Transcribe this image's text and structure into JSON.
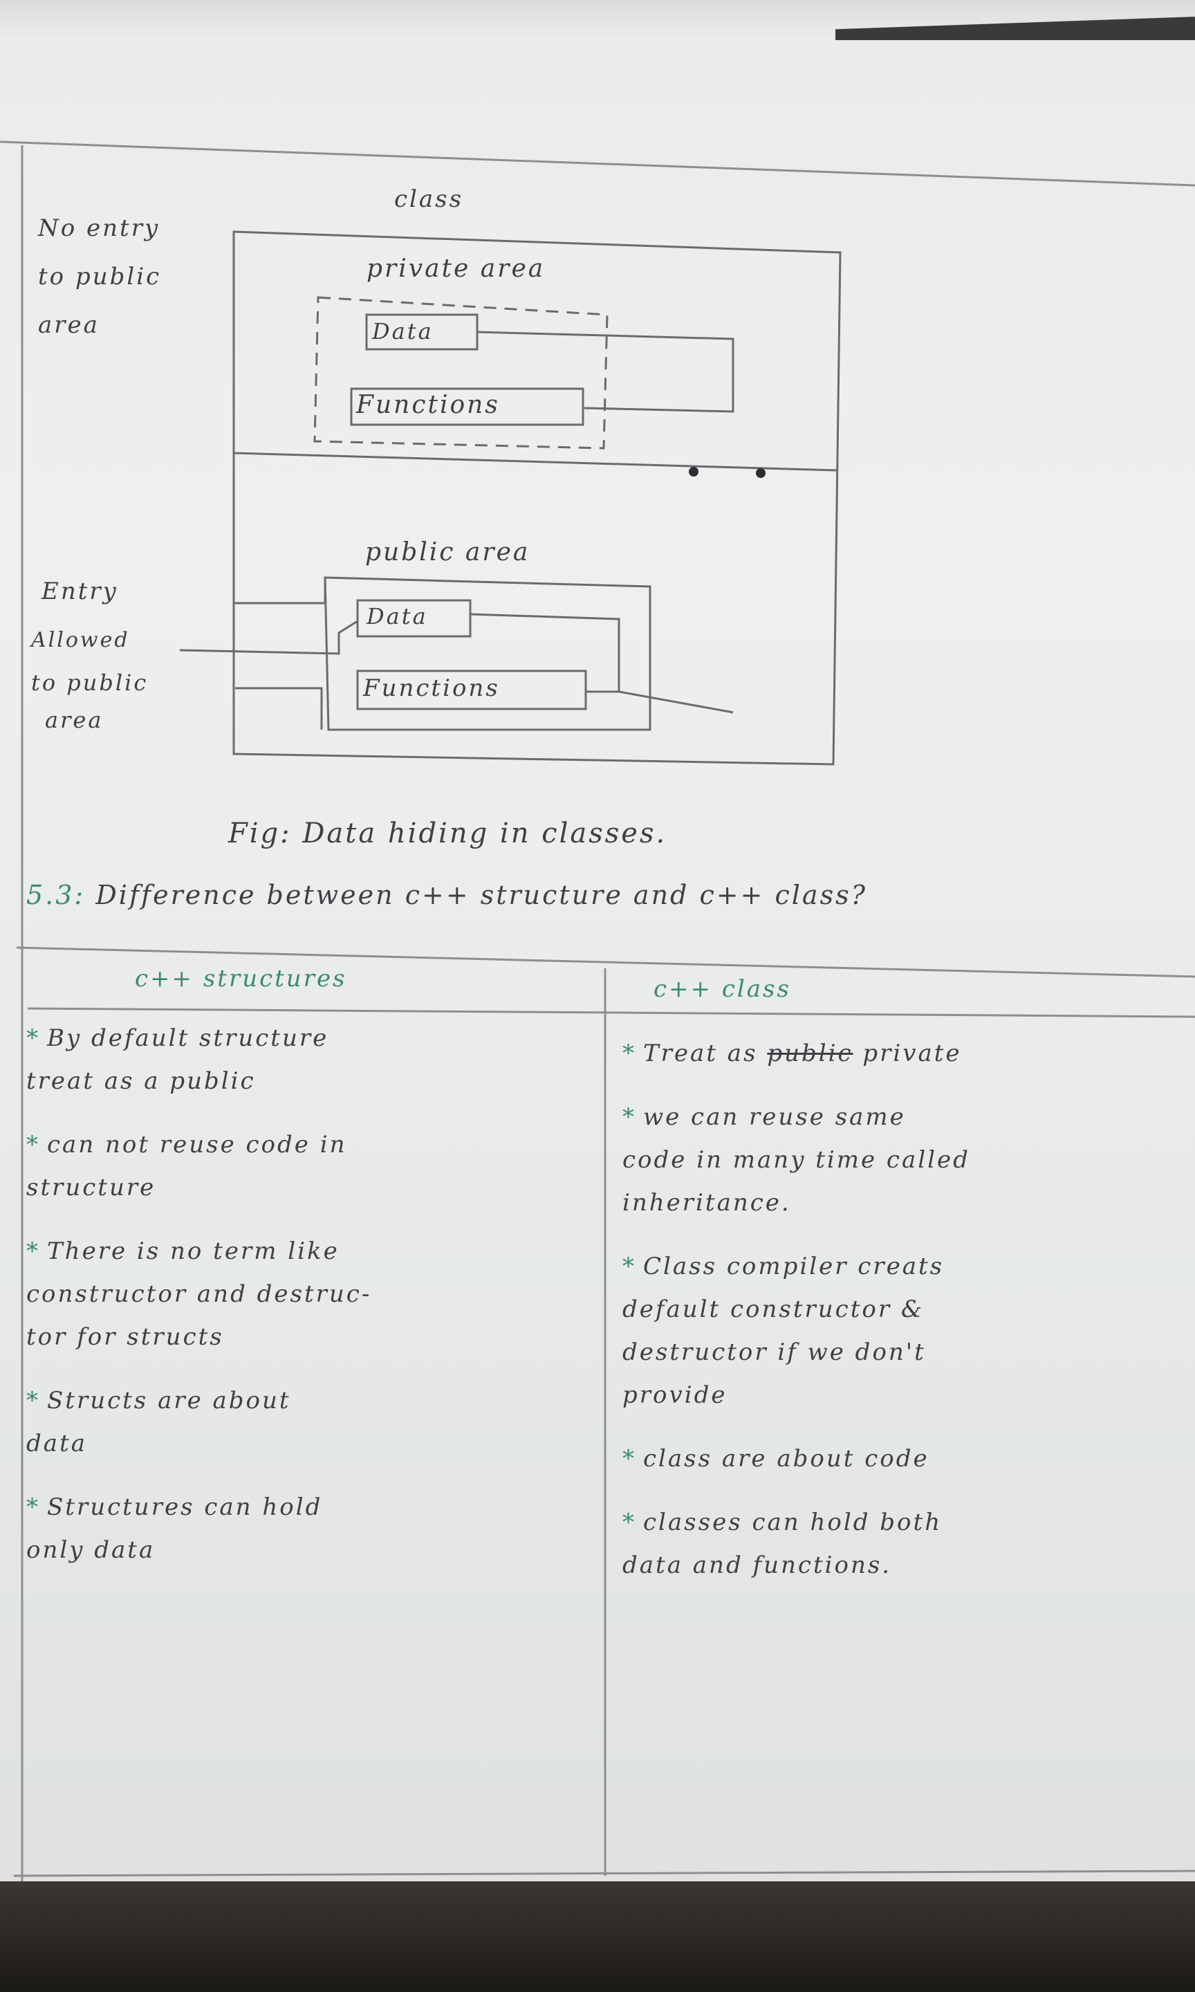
{
  "diagram": {
    "title": "class",
    "left_note_private": [
      "No entry",
      "to public",
      "area"
    ],
    "private_label": "private area",
    "private_items": [
      "Data",
      "Functions"
    ],
    "public_label": "public area",
    "left_note_public": [
      "Entry",
      "Allowed",
      "to public",
      "area"
    ],
    "public_items": [
      "Data",
      "Functions"
    ],
    "caption": "Fig: Data hiding in classes."
  },
  "section": {
    "number": "5.3:",
    "question": "Difference between c++ structure and c++ class?"
  },
  "table": {
    "headers": [
      "c++ structures",
      "c++ class"
    ],
    "left_items": [
      "By default structure\ntreat as a public",
      "can not reuse code in\nstructure",
      "There is no term like\nconstructor and destruc-\ntor for structs",
      "Structs are about\ndata",
      "Structures can hold\nonly data"
    ],
    "right_items": [
      {
        "prefix": "Treat as ",
        "struck": "public",
        "suffix": " private"
      },
      {
        "text": "we can reuse same\ncode in many time called\ninheritance."
      },
      {
        "text": "Class compiler creats\ndefault constructor &\ndestructor if we don't\nprovide"
      },
      {
        "text": "class are about code"
      },
      {
        "text": "classes can hold both\ndata and functions."
      }
    ]
  }
}
